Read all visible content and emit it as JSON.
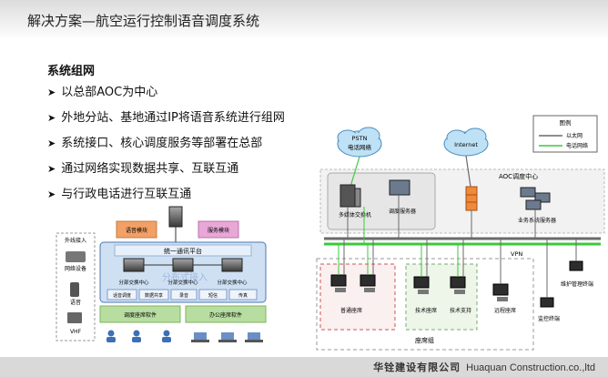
{
  "slide": {
    "title": "解决方案—航空运行控制语音调度系统",
    "section_heading": "系统组网",
    "bullets": [
      "以总部AOC为中心",
      "外地分站、基地通过IP将语音系统进行组网",
      "系统接口、核心调度服务等部署在总部",
      "通过网络实现数据共享、互联互通",
      "与行政电话进行互联互通"
    ]
  },
  "left_diagram": {
    "device_panel": [
      "外线接入",
      "网络设备",
      "语音",
      "VHF"
    ],
    "top_boxes": [
      "语音模块",
      "服务模块"
    ],
    "platform_title": "统一通讯平台",
    "platform_watermark": "分布式接入",
    "center_nodes": [
      "分部交换中心",
      "分部交换中心",
      "分部交换中心"
    ],
    "service_row": [
      "话音调度",
      "数据共享",
      "录音",
      "短信",
      "传真"
    ],
    "bottom_boxes": [
      "调度座席软件",
      "办公座席软件"
    ]
  },
  "right_diagram": {
    "legend_title": "图例",
    "legend_items": [
      "以太网",
      "电话网络"
    ],
    "pstn_cloud": [
      "PSTN",
      "电话网络"
    ],
    "internet_cloud": "Internet",
    "aoc_label": "AOC调度中心",
    "servers": [
      "多媒体交换机",
      "调度服务器",
      "业务系统服务器"
    ],
    "vpn_label": "VPN",
    "seats": [
      "普通座席",
      "技术座席",
      "技术支持",
      "远程座席",
      "维护管理终端",
      "监控终端"
    ],
    "seat_group": "座席组"
  },
  "colors": {
    "ethernet": "#6a6a6a",
    "phone": "#3cc83c",
    "platform": "#cfe0f3",
    "bottom_box": "#b7dea0",
    "top_box": "#f2a067"
  },
  "footer": {
    "company_cn": "华铨建设有限公司",
    "company_en": "Huaquan Construction.co.,ltd"
  }
}
